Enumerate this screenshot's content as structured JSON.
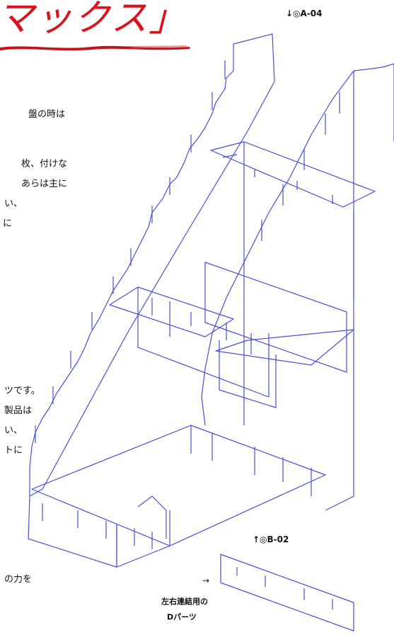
{
  "header": {
    "title": "マックス」"
  },
  "labels": {
    "top_part": "↓◎A-04",
    "bottom_part": "↑◎B-02",
    "arrow": "→",
    "connector_line1": "左右連結用の",
    "connector_line2": "Dパーツ"
  },
  "body_text": {
    "p1_l1": "盤の時は",
    "p2_l1": "枚、付けな",
    "p2_l2": "あらは主に",
    "p2_l3": "い、",
    "p2_l4": "に",
    "p3_l1": "ツです。",
    "p3_l2": "製品は",
    "p3_l3": "い、",
    "p3_l4": "トに",
    "p4_l1": "の力を"
  },
  "colors": {
    "title_red": "#d8141f",
    "line_blue": "#4a4fd6"
  }
}
